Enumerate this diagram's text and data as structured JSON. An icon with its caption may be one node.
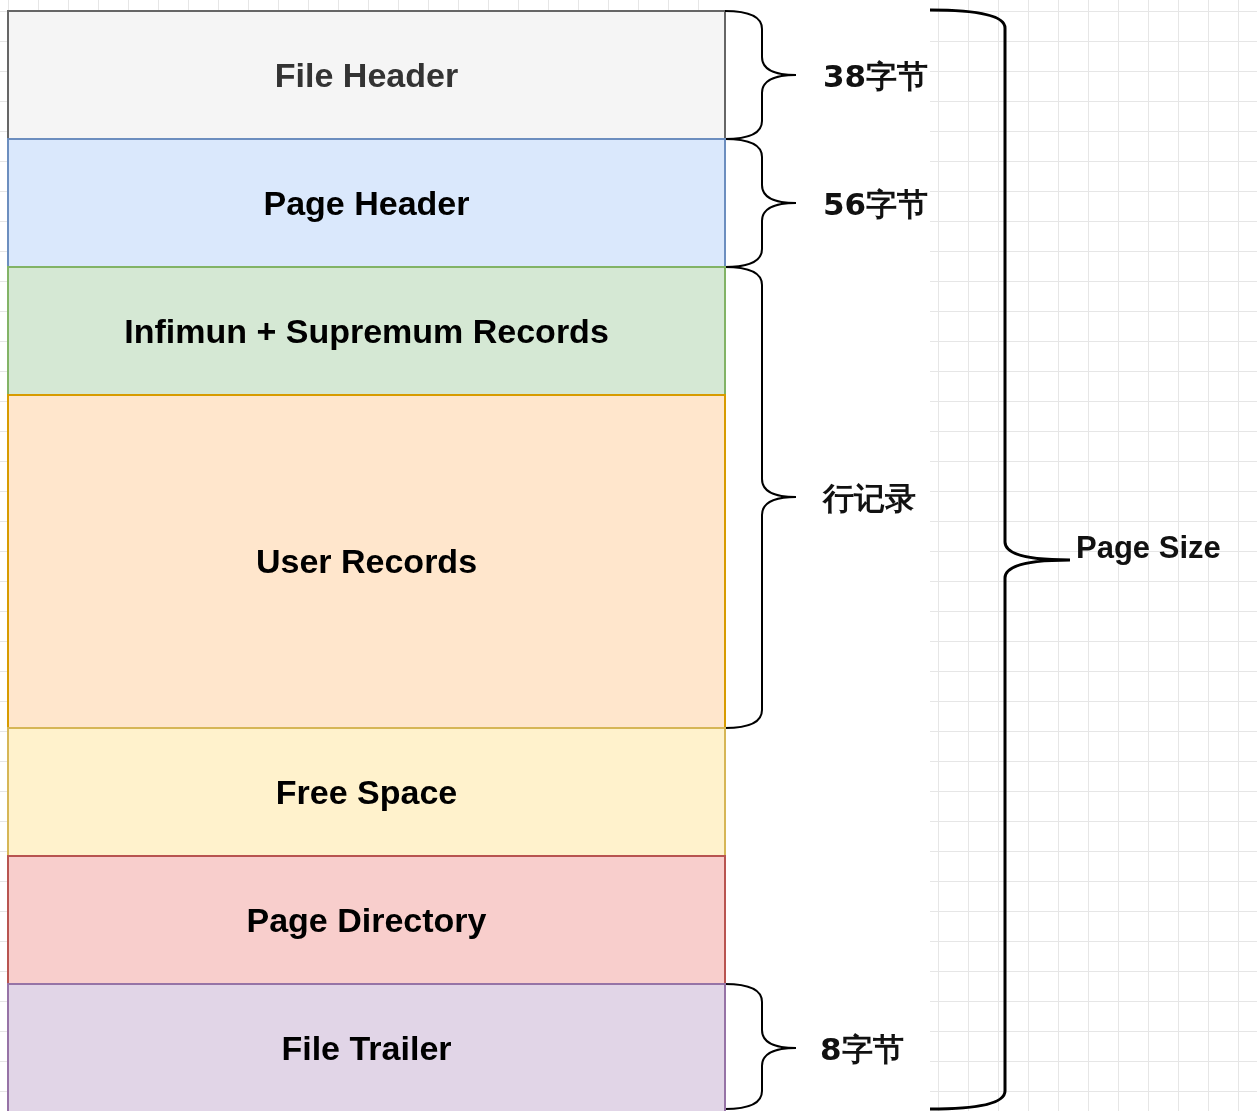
{
  "diagram": {
    "nodes": [
      {
        "text": [
          "File Header"
        ]
      },
      {
        "text": [
          "Page Header"
        ]
      },
      {
        "text": [
          "Infimun + Supremum Records"
        ]
      },
      {
        "text": [
          "User Records"
        ]
      },
      {
        "text": [
          "Free Space"
        ]
      },
      {
        "text": [
          "Page Directory"
        ]
      },
      {
        "text": [
          "File Trailer"
        ]
      }
    ],
    "labels": [
      "38字节",
      "56字节",
      "行记录",
      "8字节",
      "Page Size"
    ]
  }
}
